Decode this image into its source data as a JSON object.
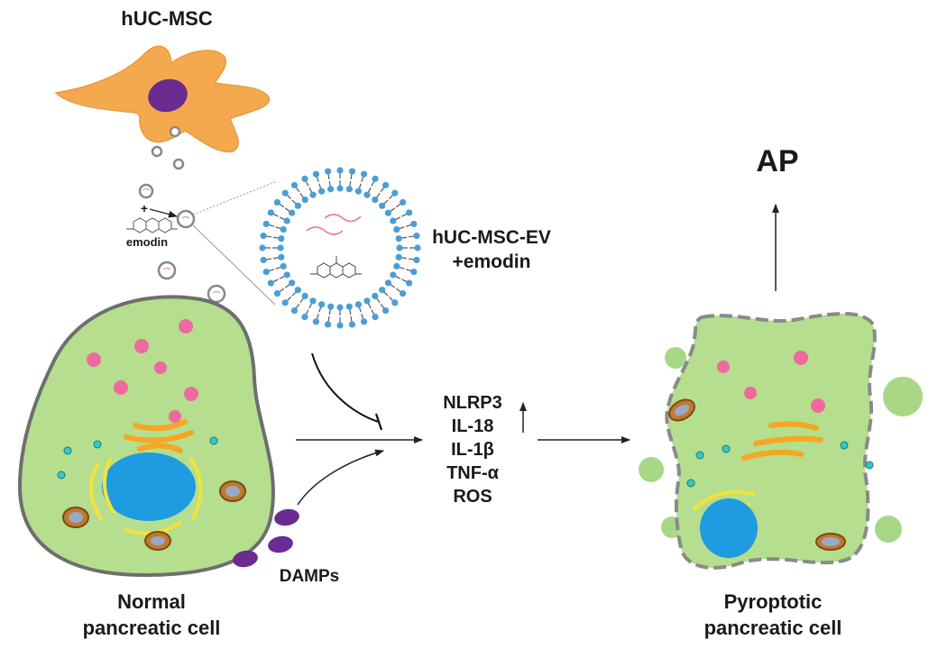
{
  "labels": {
    "msc": "hUC-MSC",
    "emodin": "emodin",
    "plus": "+",
    "ev_line1": "hUC-MSC-EV",
    "ev_line2": "+emodin",
    "ap": "AP",
    "damps": "DAMPs",
    "normal_line1": "Normal",
    "normal_line2": "pancreatic cell",
    "pyro_line1": "Pyroptotic",
    "pyro_line2": "pancreatic cell"
  },
  "markers": [
    "NLRP3",
    "IL-18",
    "IL-1β",
    "TNF-α",
    "ROS"
  ],
  "colors": {
    "msc_body": "#F5A94E",
    "msc_nucleus": "#6A2C91",
    "cell_cytoplasm": "#B5DE8E",
    "cell_membrane": "#6E6E6E",
    "nucleus": "#1F9BE0",
    "granule": "#EE6A9E",
    "golgi": "#F5A623",
    "er": "#F2E33A",
    "ev_lipid_head": "#4A9ED6",
    "damp": "#6A2C91",
    "blebs": "#A8D885"
  }
}
